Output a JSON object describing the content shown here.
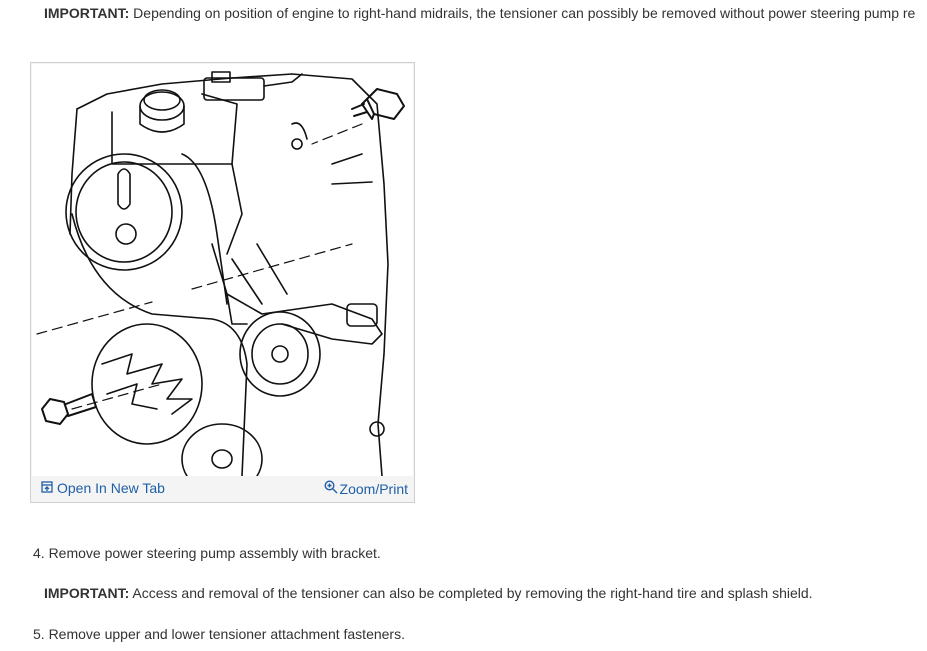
{
  "notes": {
    "top_label": "IMPORTANT:",
    "top_text": " Depending on position of engine to right-hand midrails, the tensioner can possibly be removed without power steering pump re",
    "mid_label": "IMPORTANT:",
    "mid_text": " Access and removal of the tensioner can also be completed by removing the right-hand tire and splash shield."
  },
  "steps": [
    {
      "text": "4. Remove power steering pump assembly with bracket."
    },
    {
      "text": "5. Remove upper and lower tensioner attachment fasteners."
    }
  ],
  "figure": {
    "open_tab_label": "Open In New Tab",
    "zoom_label": "Zoom/Print",
    "icons": [
      "open-in-new-tab-icon",
      "zoom-magnifier-icon"
    ],
    "link_color": "#1f5fa8"
  }
}
